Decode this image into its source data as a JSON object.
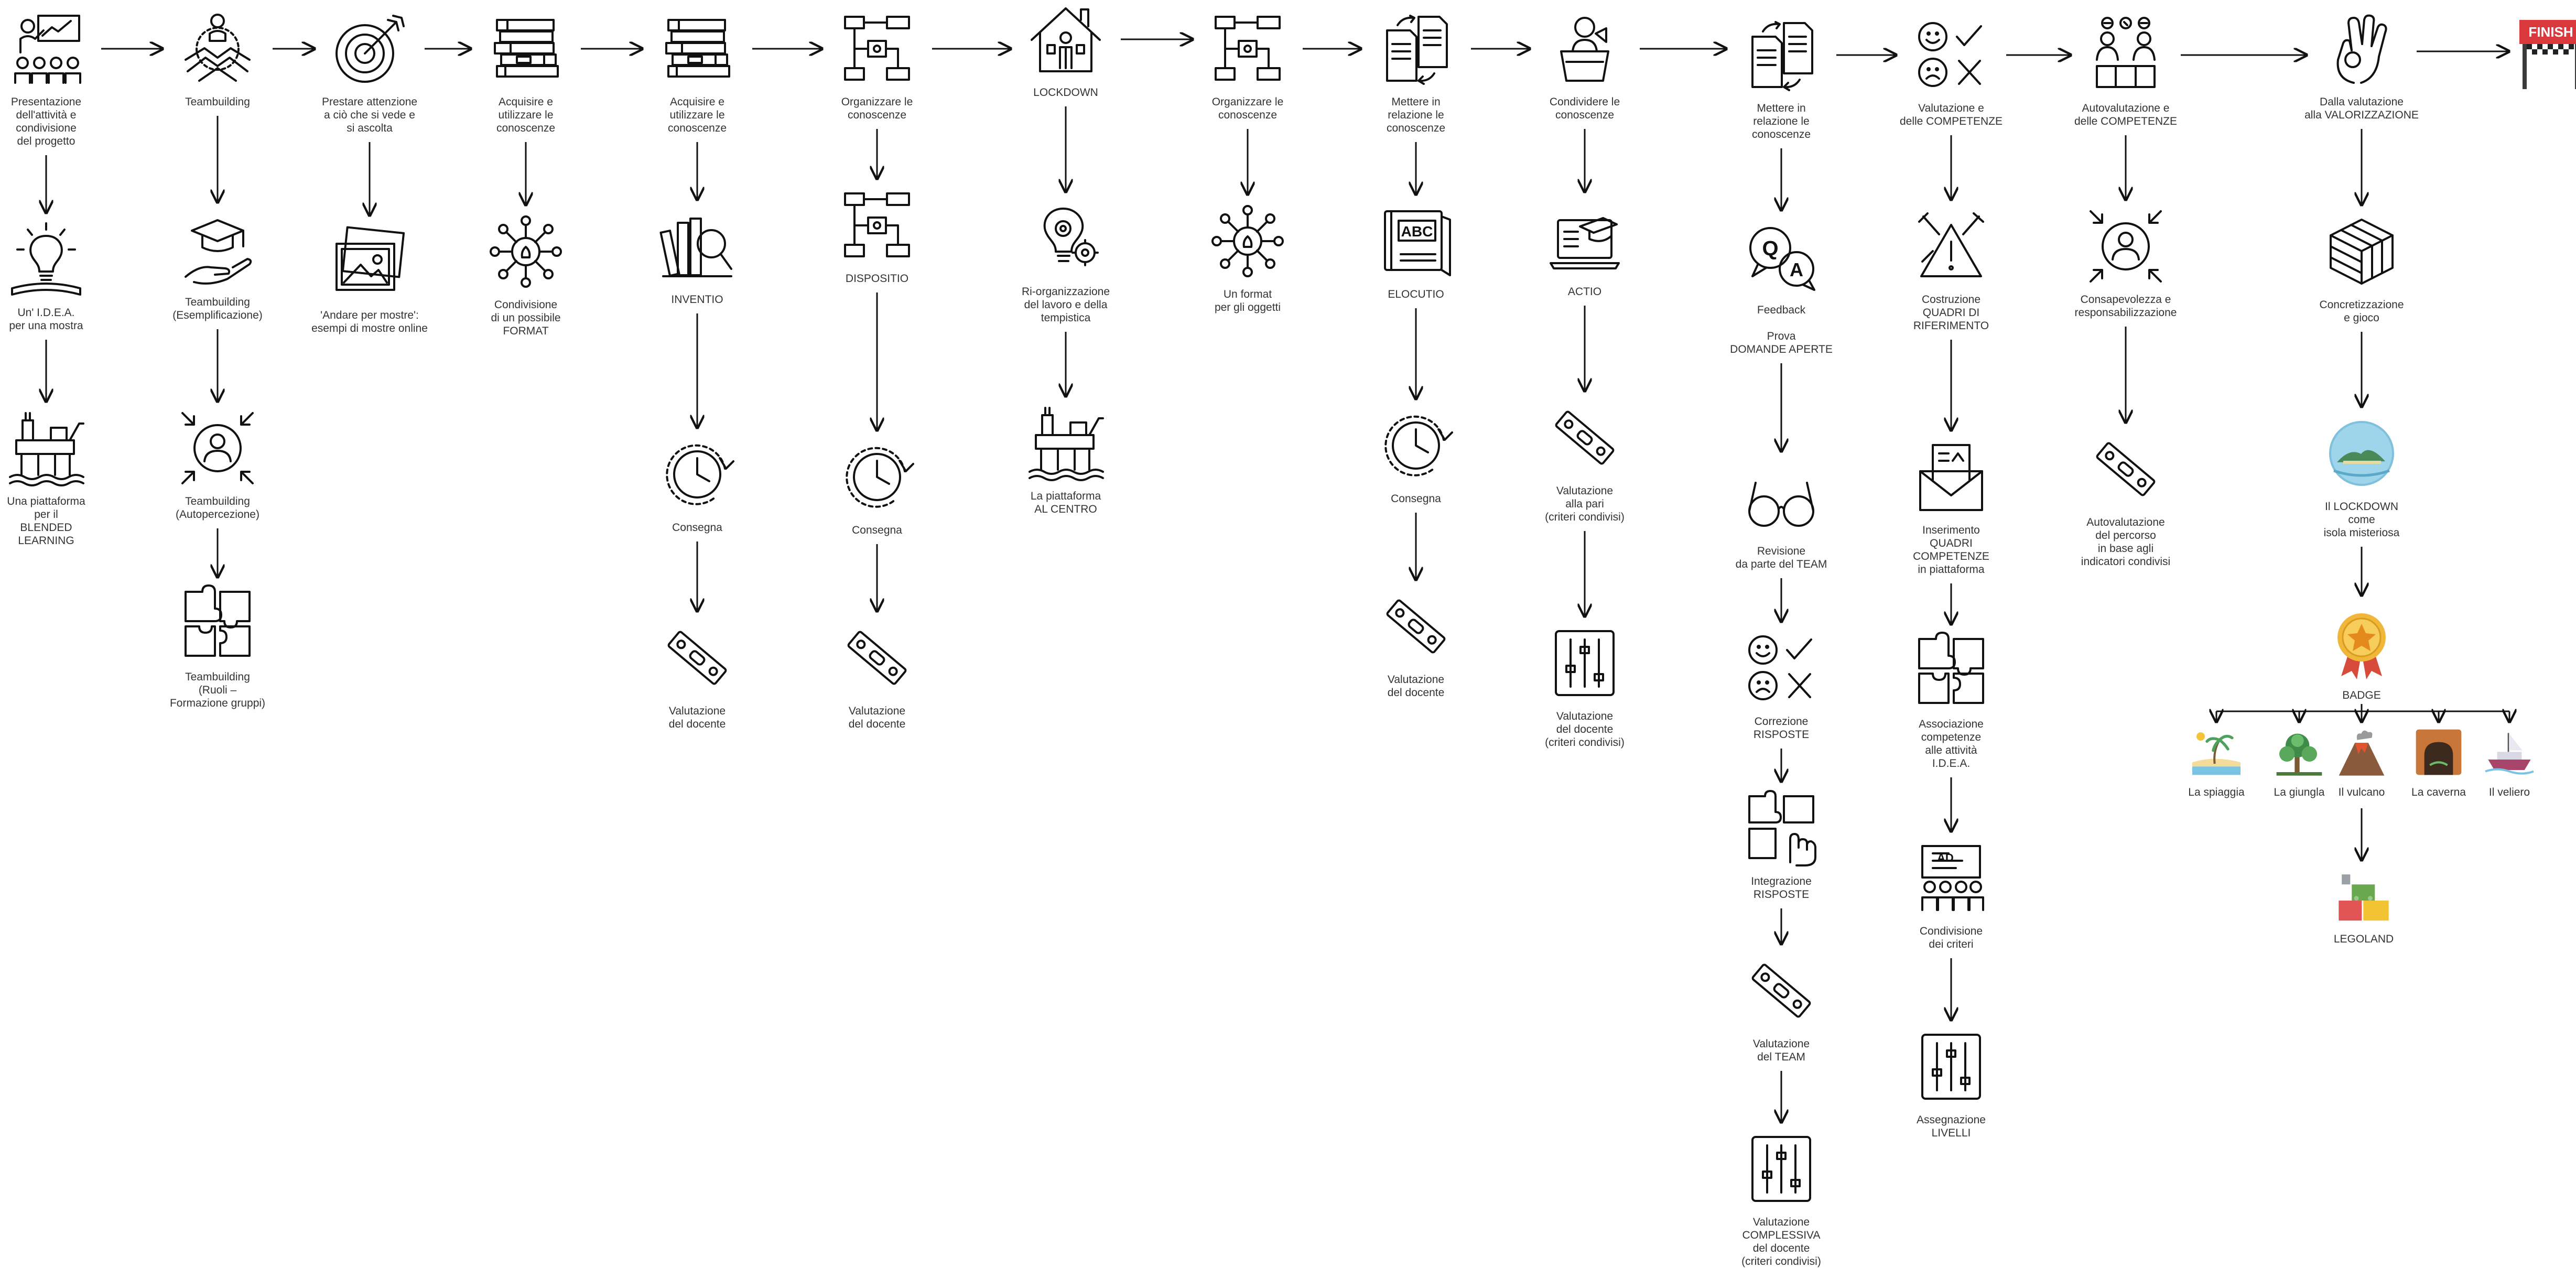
{
  "diagram": {
    "finish_label": "FINISH",
    "columns": [
      {
        "items": [
          {
            "label": "Presentazione\ndell'attività e\ncondivisione\ndel progetto",
            "icon": "presenter-icon"
          },
          {
            "label": "Un' I.D.E.A.\nper una mostra",
            "icon": "lightbulb-book-icon"
          },
          {
            "label": "Una piattaforma\nper il\nBLENDED\nLEARNING",
            "icon": "oil-platform-icon"
          }
        ]
      },
      {
        "items": [
          {
            "label": "Teambuilding",
            "icon": "team-hands-icon"
          },
          {
            "label": "Teambuilding\n(Esemplificazione)",
            "icon": "graduation-hand-icon"
          },
          {
            "label": "Teambuilding\n(Autopercezione)",
            "icon": "person-focus-icon"
          },
          {
            "label": "Teambuilding\n(Ruoli –\nFormazione gruppi)",
            "icon": "puzzle-icon"
          }
        ]
      },
      {
        "items": [
          {
            "label": "Prestare attenzione\na ciò che si vede e\nsi ascolta",
            "icon": "target-icon"
          },
          {
            "label": "'Andare per mostre':\nesempi di mostre online",
            "icon": "pictures-icon"
          }
        ]
      },
      {
        "items": [
          {
            "label": "Acquisire e\nutilizzare le\nconoscenze",
            "icon": "books-icon"
          },
          {
            "label": "Condivisione\ndi un possibile\nFORMAT",
            "icon": "bulb-network-icon"
          }
        ]
      },
      {
        "items": [
          {
            "label": "Acquisire e\nutilizzare le\nconoscenze",
            "icon": "books-icon"
          },
          {
            "label": "INVENTIO",
            "icon": "book-magnifier-icon"
          },
          {
            "label": "Consegna",
            "icon": "clock-icon"
          },
          {
            "label": "Valutazione\ndel docente",
            "icon": "level-icon"
          }
        ]
      },
      {
        "items": [
          {
            "label": "Organizzare le\nconoscenze",
            "icon": "flowchart-icon"
          },
          {
            "label": "DISPOSITIO",
            "icon": "flowchart-icon"
          },
          {
            "label": "Consegna",
            "icon": "clock-icon"
          },
          {
            "label": "Valutazione\ndel docente",
            "icon": "level-icon"
          }
        ]
      },
      {
        "items": [
          {
            "label": "LOCKDOWN",
            "icon": "house-person-icon"
          },
          {
            "label": "Ri-organizzazione\ndel lavoro e della\ntempistica",
            "icon": "bulb-gears-icon"
          },
          {
            "label": "La piattaforma\nAL  CENTRO",
            "icon": "oil-platform-icon"
          }
        ]
      },
      {
        "items": [
          {
            "label": "Organizzare le\nconoscenze",
            "icon": "flowchart-icon"
          },
          {
            "label": "Un format\nper gli oggetti",
            "icon": "bulb-network-icon"
          }
        ]
      },
      {
        "items": [
          {
            "label": "Mettere in\nrelazione le\nconoscenze",
            "icon": "documents-icon"
          },
          {
            "label": "ELOCUTIO",
            "icon": "abc-book-icon"
          },
          {
            "label": "Consegna",
            "icon": "clock-icon"
          },
          {
            "label": "Valutazione\ndel docente",
            "icon": "level-icon"
          }
        ]
      },
      {
        "items": [
          {
            "label": "Condividere le\nconoscenze",
            "icon": "speaker-icon"
          },
          {
            "label": "ACTIO",
            "icon": "laptop-cap-icon"
          },
          {
            "label": "Valutazione\nalla pari\n(criteri condivisi)",
            "icon": "level-icon"
          },
          {
            "label": "Valutazione\ndel docente\n(criteri condivisi)",
            "icon": "sliders-icon"
          }
        ]
      },
      {
        "items": [
          {
            "label": "Mettere in\nrelazione le\nconoscenze",
            "icon": "documents-icon"
          },
          {
            "label": "Feedback\n\nProva\nDOMANDE APERTE",
            "icon": "qa-icon"
          },
          {
            "label": "Revisione\nda parte del TEAM",
            "icon": "glasses-icon"
          },
          {
            "label": "Correzione\nRISPOSTE",
            "icon": "smileys-check-icon"
          },
          {
            "label": "Integrazione\nRISPOSTE",
            "icon": "puzzle-hand-icon"
          },
          {
            "label": "Valutazione\ndel TEAM",
            "icon": "level-icon"
          },
          {
            "label": "Valutazione\nCOMPLESSIVA\ndel docente\n(criteri condivisi)",
            "icon": "sliders-icon"
          }
        ]
      },
      {
        "items": [
          {
            "label": "Valutazione e\ndelle COMPETENZE",
            "icon": "smileys-check-icon"
          },
          {
            "label": "Costruzione\nQUADRI DI\nRIFERIMENTO",
            "icon": "warning-tools-icon"
          },
          {
            "label": "Inserimento\nQUADRI\nCOMPETENZE\nin piattaforma",
            "icon": "envelope-icon"
          },
          {
            "label": "Associazione\ncompetenze\nalle attività\nI.D.E.A.",
            "icon": "puzzle-icon"
          },
          {
            "label": "Condivisione\ndei criteri",
            "icon": "classroom-icon"
          },
          {
            "label": "Assegnazione\nLIVELLI",
            "icon": "sliders-icon"
          }
        ]
      },
      {
        "items": [
          {
            "label": "Autovalutazione e\ndelle COMPETENZE",
            "icon": "people-podium-icon"
          },
          {
            "label": "Consapevolezza e\nresponsabilizzazione",
            "icon": "person-focus-icon"
          },
          {
            "label": "Autovalutazione\ndel percorso\nin base agli\nindicatori condivisi",
            "icon": "level-icon"
          }
        ]
      },
      {
        "items": [
          {
            "label": "Dalla valutazione\nalla VALORIZZAZIONE",
            "icon": "ok-hand-icon"
          },
          {
            "label": "Concretizzazione\ne gioco",
            "icon": "rubik-cube-icon"
          },
          {
            "label": "Il LOCKDOWN\ncome\nisola misteriosa",
            "icon": "island-icon"
          },
          {
            "label": "BADGE",
            "icon": "badge-icon"
          }
        ]
      }
    ],
    "branches": [
      {
        "label": "La spiaggia",
        "icon": "beach-icon"
      },
      {
        "label": "La giungla",
        "icon": "jungle-icon"
      },
      {
        "label": "Il vulcano",
        "icon": "volcano-icon"
      },
      {
        "label": "La caverna",
        "icon": "cave-icon"
      },
      {
        "label": "Il veliero",
        "icon": "ship-icon"
      }
    ],
    "final": {
      "label": "LEGOLAND",
      "icon": "lego-icon"
    }
  }
}
